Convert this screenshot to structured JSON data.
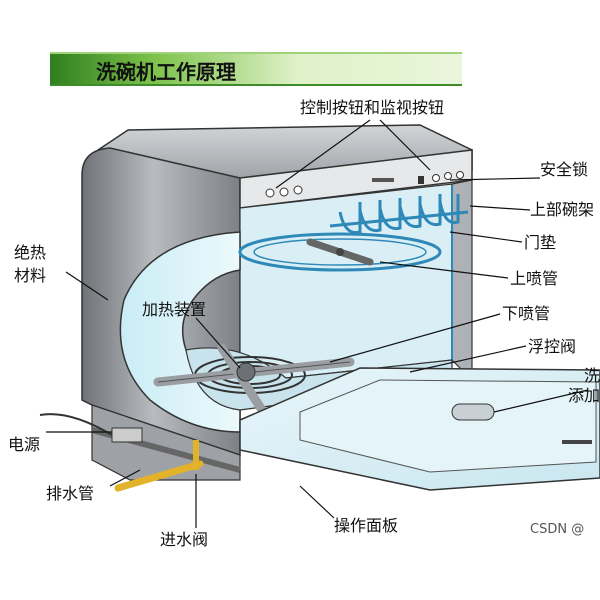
{
  "title": "洗碗机工作原理",
  "labels": {
    "control_buttons": "控制按钮和监视按钮",
    "safety_lock": "安全锁",
    "upper_rack": "上部碗架",
    "door_seal": "门垫",
    "upper_spray": "上喷管",
    "lower_spray": "下喷管",
    "float_valve": "浮控阀",
    "detergent_char1": "洗",
    "detergent_char2": "添加",
    "insulation_line1": "绝热",
    "insulation_line2": "材料",
    "heater": "加热装置",
    "power": "电源",
    "drain_pipe": "排水管",
    "inlet_valve": "进水阀",
    "operation_panel": "操作面板"
  },
  "watermark": "CSDN @",
  "colors": {
    "banner_dark": "#2f7f1f",
    "body_gray": "#8c8f93",
    "interior_blue": "#dcf1f6",
    "rack_blue": "#2e88b8",
    "pipe_yellow": "#e2b22a"
  }
}
